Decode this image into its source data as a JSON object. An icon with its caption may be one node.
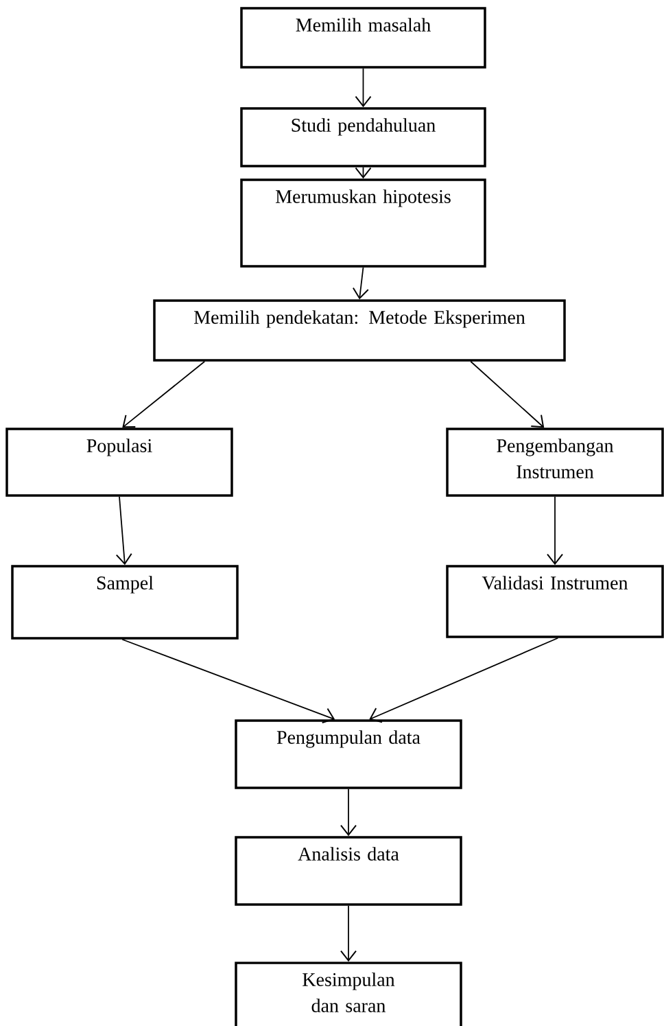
{
  "diagram": {
    "nodes": [
      {
        "text": [
          "Memilih masalah"
        ]
      },
      {
        "text": [
          "Studi pendahuluan"
        ]
      },
      {
        "text": [
          "Merumuskan hipotesis"
        ]
      },
      {
        "text": [
          "Memilih pendekatan: Metode Eksperimen"
        ]
      },
      {
        "text": [
          "Populasi"
        ]
      },
      {
        "text": [
          "Pengembangan Instrumen"
        ]
      },
      {
        "text": [
          "Sampel"
        ]
      },
      {
        "text": [
          "Validasi Instrumen"
        ]
      },
      {
        "text": [
          "Pengumpulan data"
        ]
      },
      {
        "text": [
          "Analisis data"
        ]
      },
      {
        "text": [
          "Kesimpulan dan saran"
        ]
      }
    ],
    "edges": [
      {
        "from": 0,
        "to": 1,
        "arrow": "to"
      },
      {
        "from": 1,
        "to": 2,
        "arrow": "to"
      },
      {
        "from": 2,
        "to": 3,
        "arrow": "to"
      },
      {
        "from": 3,
        "to": 4,
        "arrow": "to"
      },
      {
        "from": 3,
        "to": 5,
        "arrow": "to"
      },
      {
        "from": 4,
        "to": 6,
        "arrow": "to"
      },
      {
        "from": 5,
        "to": 7,
        "arrow": "to"
      },
      {
        "from": 6,
        "to": 8,
        "arrow": "to"
      },
      {
        "from": 7,
        "to": 8,
        "arrow": "to"
      },
      {
        "from": 8,
        "to": 9,
        "arrow": "to"
      },
      {
        "from": 9,
        "to": 10,
        "arrow": "to"
      }
    ]
  }
}
